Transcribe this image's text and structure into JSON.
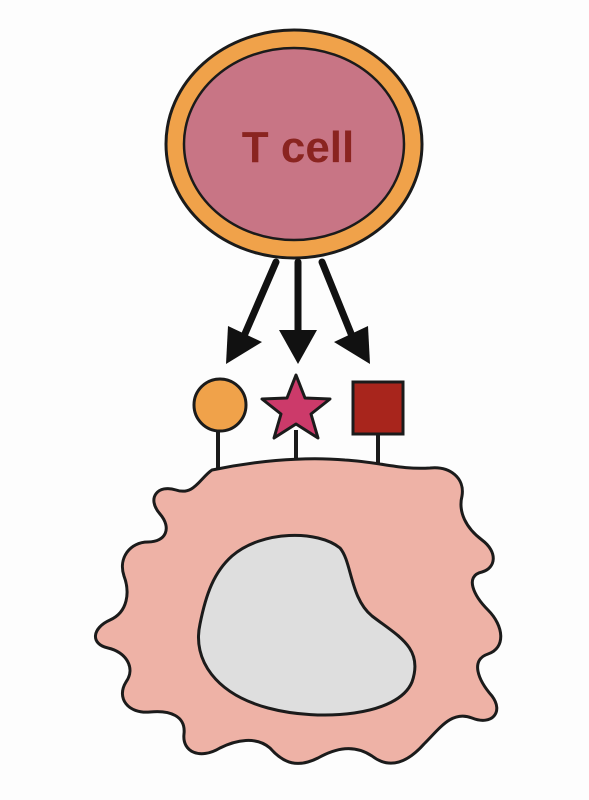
{
  "diagram": {
    "t_cell_label": "T cell",
    "colors": {
      "t_cell_outer": "#f0a24a",
      "t_cell_inner": "#c87585",
      "t_cell_text": "#8a2420",
      "outline": "#1b1b1b",
      "arrow": "#111111",
      "circle_antigen": "#f0a24a",
      "star_antigen": "#cc3a6a",
      "square_antigen": "#a8251c",
      "apc_body": "#eeb2a6",
      "nucleus": "#dedede"
    },
    "icons": [
      "circle-antigen",
      "star-antigen",
      "square-antigen"
    ]
  }
}
